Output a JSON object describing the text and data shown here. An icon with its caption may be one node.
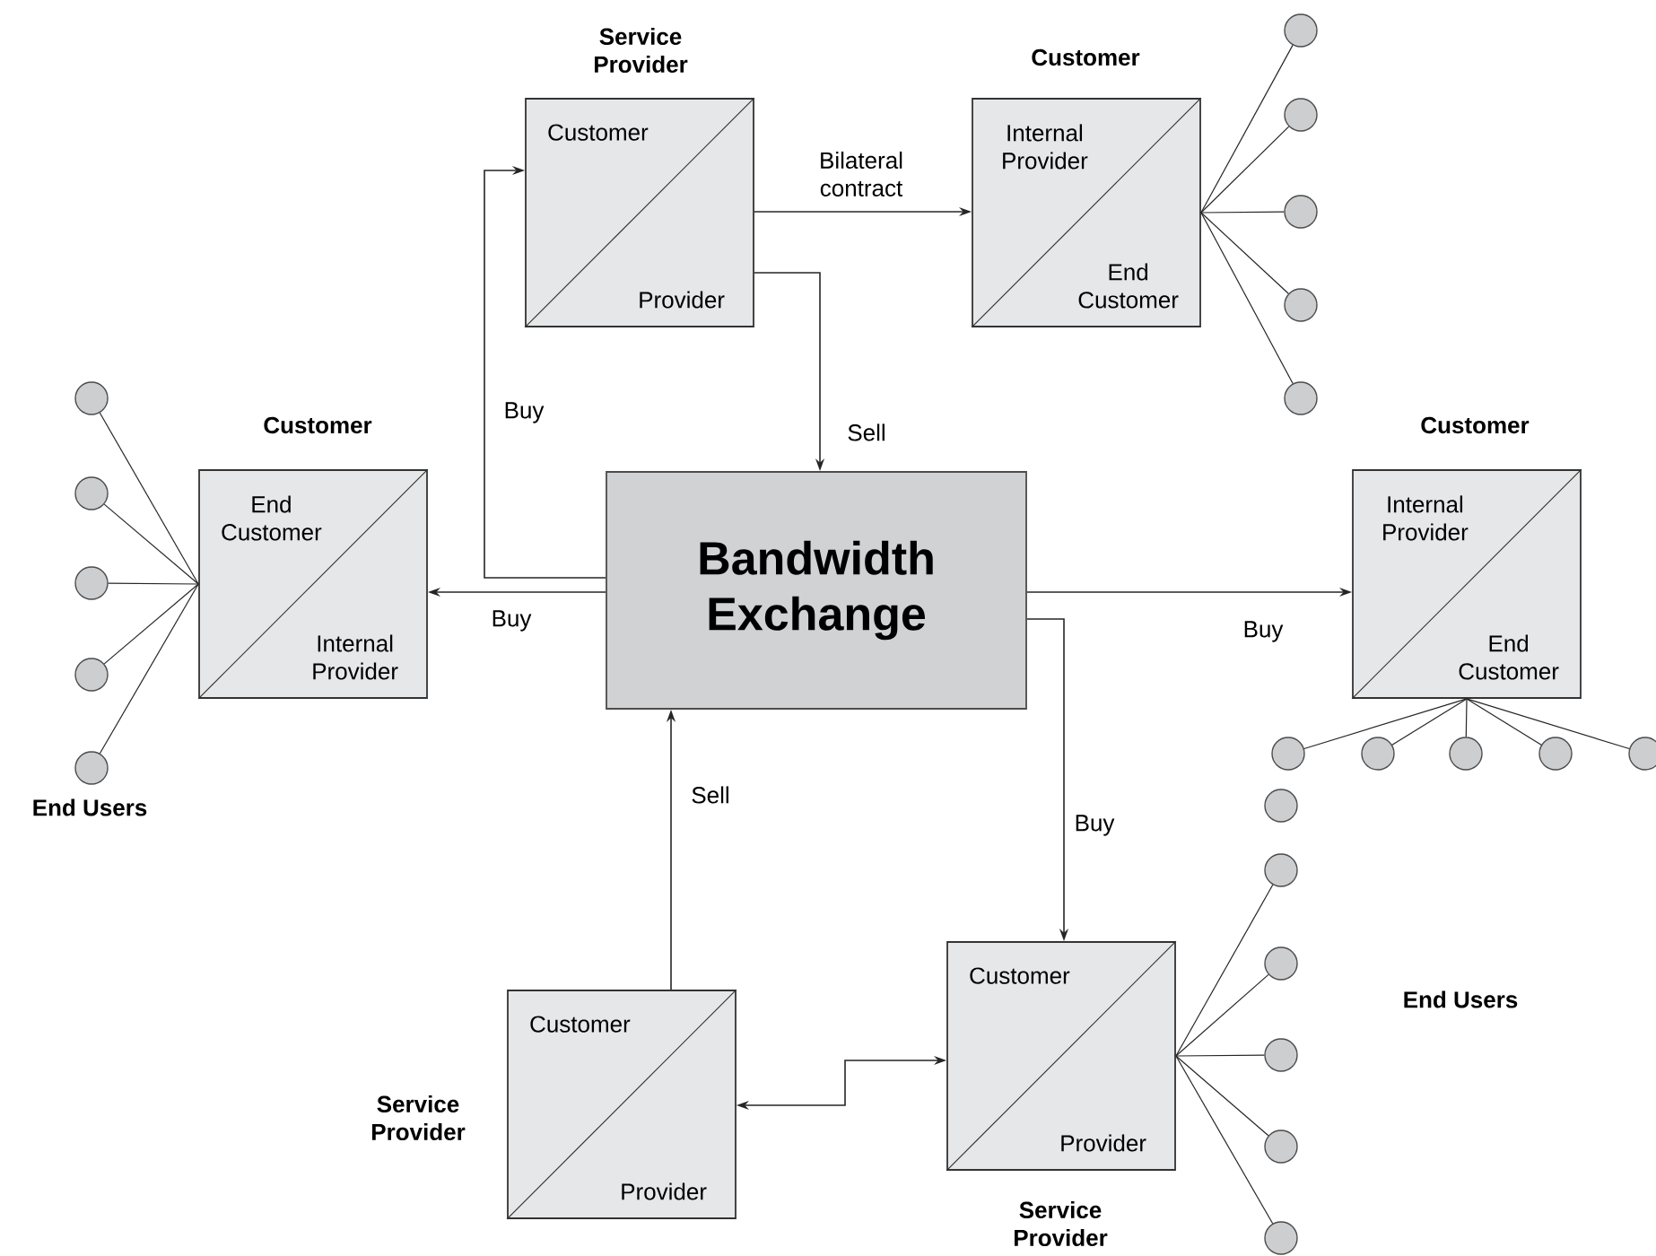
{
  "diagram": {
    "nodes": [
      {
        "text": [
          "Service Provider",
          "Customer",
          "Provider"
        ]
      },
      {
        "text": [
          "Customer",
          "Internal Provider",
          "End Customer"
        ]
      },
      {
        "text": [],
        "shape": "circle"
      },
      {
        "text": [],
        "shape": "circle"
      },
      {
        "text": [],
        "shape": "circle"
      },
      {
        "text": [],
        "shape": "circle"
      },
      {
        "text": [],
        "shape": "circle"
      },
      {
        "text": [
          "Customer",
          "End Customer",
          "Internal Provider"
        ]
      },
      {
        "text": [],
        "shape": "circle"
      },
      {
        "text": [],
        "shape": "circle"
      },
      {
        "text": [],
        "shape": "circle"
      },
      {
        "text": [],
        "shape": "circle"
      },
      {
        "text": [],
        "shape": "circle"
      },
      {
        "text": [
          "Bandwidth Exchange"
        ]
      },
      {
        "text": [
          "Customer",
          "Internal Provider",
          "End Customer"
        ]
      },
      {
        "text": [],
        "shape": "circle"
      },
      {
        "text": [],
        "shape": "circle"
      },
      {
        "text": [],
        "shape": "circle"
      },
      {
        "text": [],
        "shape": "circle"
      },
      {
        "text": [],
        "shape": "circle"
      },
      {
        "text": [
          "Service Provider",
          "Customer",
          "Provider"
        ]
      },
      {
        "text": [
          "Customer",
          "Provider",
          "Service Provider"
        ]
      },
      {
        "text": [],
        "shape": "circle"
      },
      {
        "text": [],
        "shape": "circle"
      },
      {
        "text": [],
        "shape": "circle"
      },
      {
        "text": [],
        "shape": "circle"
      },
      {
        "text": [],
        "shape": "circle"
      },
      {
        "text": [],
        "shape": "circle"
      }
    ],
    "edges": [
      {
        "from": 13,
        "to": 0,
        "arrow": "to",
        "label": "Buy"
      },
      {
        "from": 0,
        "to": 13,
        "arrow": "to",
        "label": "Sell"
      },
      {
        "from": 0,
        "to": 1,
        "arrow": "to",
        "label": "Bilateral contract"
      },
      {
        "from": 13,
        "to": 7,
        "arrow": "to",
        "label": "Buy"
      },
      {
        "from": 13,
        "to": 14,
        "arrow": "to",
        "label": "Buy"
      },
      {
        "from": 13,
        "to": 21,
        "arrow": "to",
        "label": "Buy"
      },
      {
        "from": 20,
        "to": 13,
        "arrow": "to",
        "label": "Sell"
      },
      {
        "from": 20,
        "to": 21,
        "arrow": "both"
      },
      {
        "from": 1,
        "to": 2,
        "arrow": "none"
      },
      {
        "from": 1,
        "to": 3,
        "arrow": "none"
      },
      {
        "from": 1,
        "to": 4,
        "arrow": "none"
      },
      {
        "from": 1,
        "to": 5,
        "arrow": "none"
      },
      {
        "from": 1,
        "to": 6,
        "arrow": "none"
      },
      {
        "from": 7,
        "to": 8,
        "arrow": "none"
      },
      {
        "from": 7,
        "to": 9,
        "arrow": "none"
      },
      {
        "from": 7,
        "to": 10,
        "arrow": "none"
      },
      {
        "from": 7,
        "to": 11,
        "arrow": "none"
      },
      {
        "from": 7,
        "to": 12,
        "arrow": "none"
      },
      {
        "from": 14,
        "to": 15,
        "arrow": "none"
      },
      {
        "from": 14,
        "to": 16,
        "arrow": "none"
      },
      {
        "from": 14,
        "to": 17,
        "arrow": "none"
      },
      {
        "from": 14,
        "to": 18,
        "arrow": "none"
      },
      {
        "from": 14,
        "to": 19,
        "arrow": "none"
      },
      {
        "from": 21,
        "to": 23,
        "arrow": "none"
      },
      {
        "from": 21,
        "to": 24,
        "arrow": "none"
      },
      {
        "from": 21,
        "to": 25,
        "arrow": "none"
      },
      {
        "from": 21,
        "to": 26,
        "arrow": "none"
      },
      {
        "from": 21,
        "to": 27,
        "arrow": "none"
      }
    ],
    "labels": [
      "End Users",
      "End Users"
    ]
  }
}
